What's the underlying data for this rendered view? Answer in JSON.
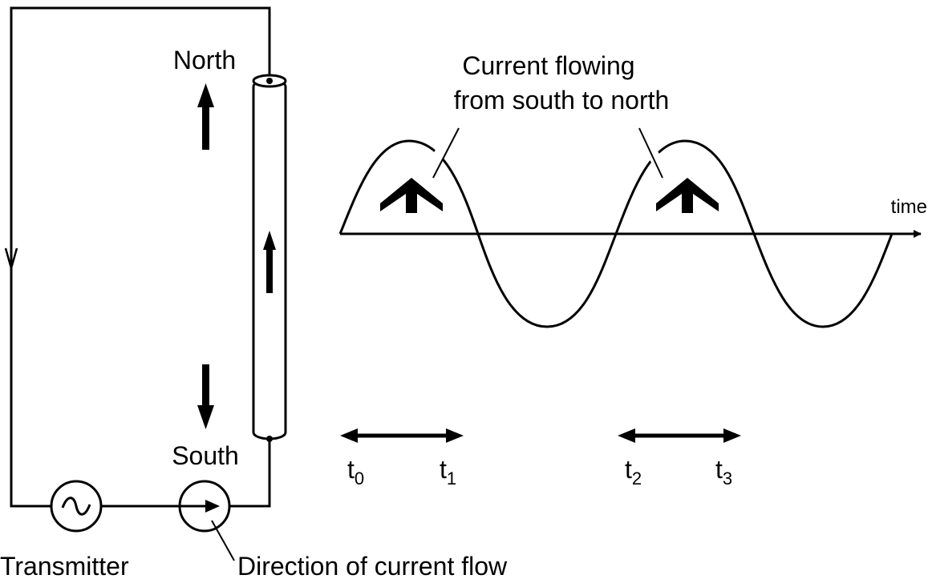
{
  "labels": {
    "north": "North",
    "south": "South",
    "transmitter": "Transmitter",
    "direction_of_current_flow": "Direction of current flow",
    "current_flowing_line1": "Current flowing",
    "current_flowing_line2": "from south to north",
    "time_axis": "time"
  },
  "time_markers": [
    {
      "base": "t",
      "sub": "0"
    },
    {
      "base": "t",
      "sub": "1"
    },
    {
      "base": "t",
      "sub": "2"
    },
    {
      "base": "t",
      "sub": "3"
    }
  ]
}
